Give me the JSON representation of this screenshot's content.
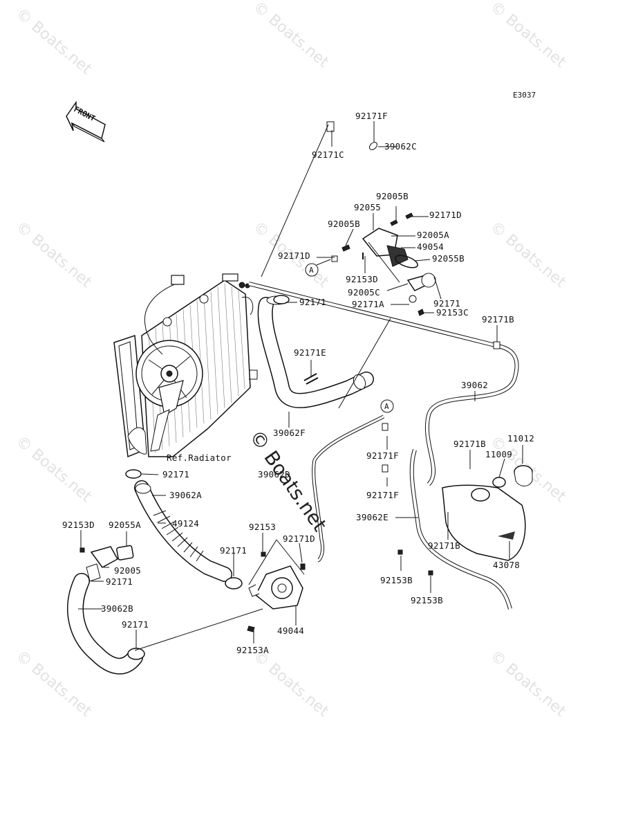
{
  "diagram": {
    "code": "E3037",
    "front_label": "FRONT",
    "ref_radiator": "Ref.Radiator",
    "callout_a": "A",
    "watermark": "© Boats.net",
    "parts": [
      "92171F",
      "92171C",
      "39062C",
      "92005B",
      "92055",
      "92171D",
      "92005B",
      "92005A",
      "92171D",
      "49054",
      "92055B",
      "92153D",
      "92005C",
      "92171",
      "92171A",
      "92153C",
      "92171B",
      "92171",
      "92171E",
      "39062",
      "39062F",
      "92171B",
      "11012",
      "92171F",
      "11009",
      "39062D",
      "92171",
      "92171F",
      "39062A",
      "39062E",
      "49124",
      "92171B",
      "92153",
      "92153D",
      "92055A",
      "92171D",
      "92171",
      "92005",
      "92153B",
      "43078",
      "92171",
      "92153B",
      "39062B",
      "49044",
      "92171",
      "92153A"
    ]
  }
}
